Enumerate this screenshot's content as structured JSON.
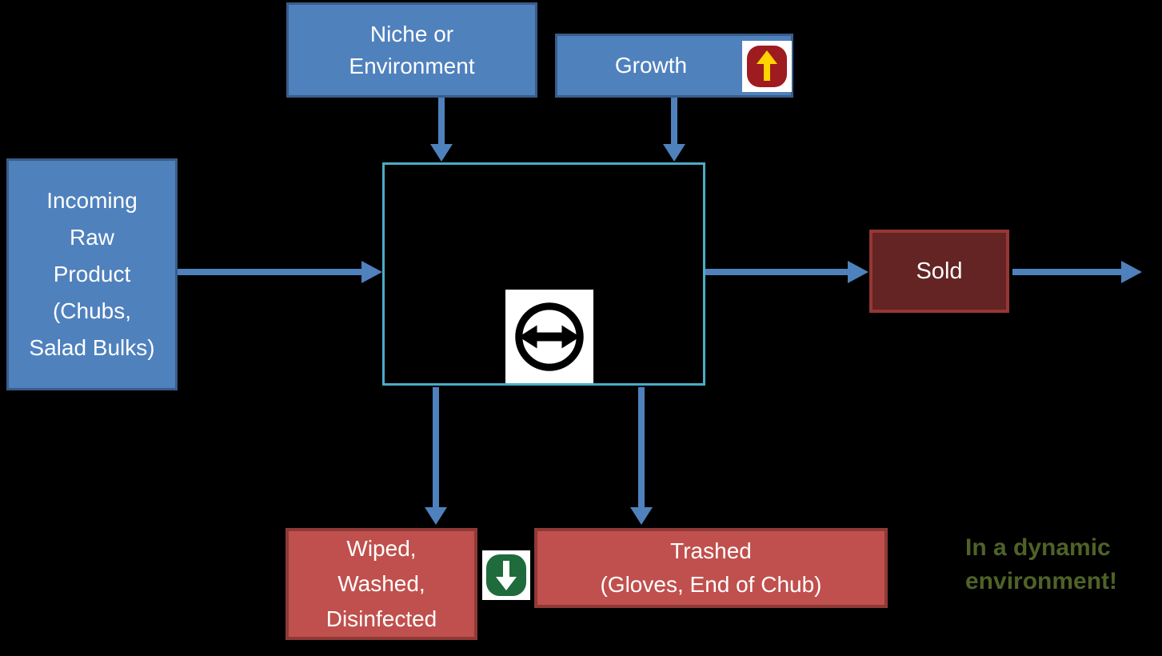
{
  "diagram": {
    "background_color": "#000000",
    "arrow_color": "#4F81BD",
    "nodes": {
      "niche": {
        "label": "Niche or\nEnvironment",
        "fill": "#4F81BD",
        "border": "#385D8A"
      },
      "growth": {
        "label": "Growth",
        "fill": "#4F81BD",
        "border": "#385D8A",
        "icon": "up-arrow-badge-icon"
      },
      "incoming": {
        "label": "Incoming\nRaw\nProduct\n(Chubs,\nSalad Bulks)",
        "fill": "#4F81BD",
        "border": "#385D8A"
      },
      "process": {
        "label": "",
        "fill": "transparent",
        "border": "#4BACC6",
        "icon": "circle-double-arrow-icon"
      },
      "sold": {
        "label": "Sold",
        "fill": "#632423",
        "border": "#953735"
      },
      "wiped": {
        "label": "Wiped,\nWashed,\nDisinfected",
        "fill": "#C0504D",
        "border": "#8E3A37"
      },
      "trashed": {
        "label": "Trashed\n(Gloves, End of Chub)",
        "fill": "#C0504D",
        "border": "#8E3A37",
        "icon": "down-arrow-badge-icon"
      }
    },
    "icons": {
      "up_arrow_badge": {
        "badge_color": "#9E1B1F",
        "arrow_color": "#FFD400",
        "background": "#FFFFFF"
      },
      "down_arrow_badge": {
        "badge_color": "#1F6B3C",
        "arrow_color": "#FFFFFF",
        "background": "#FFFFFF"
      },
      "circle_double_arrow": {
        "color": "#000000",
        "background": "#FFFFFF"
      }
    },
    "caption": {
      "text": "In a dynamic\nenvironment!",
      "color": "#4F6228"
    }
  }
}
